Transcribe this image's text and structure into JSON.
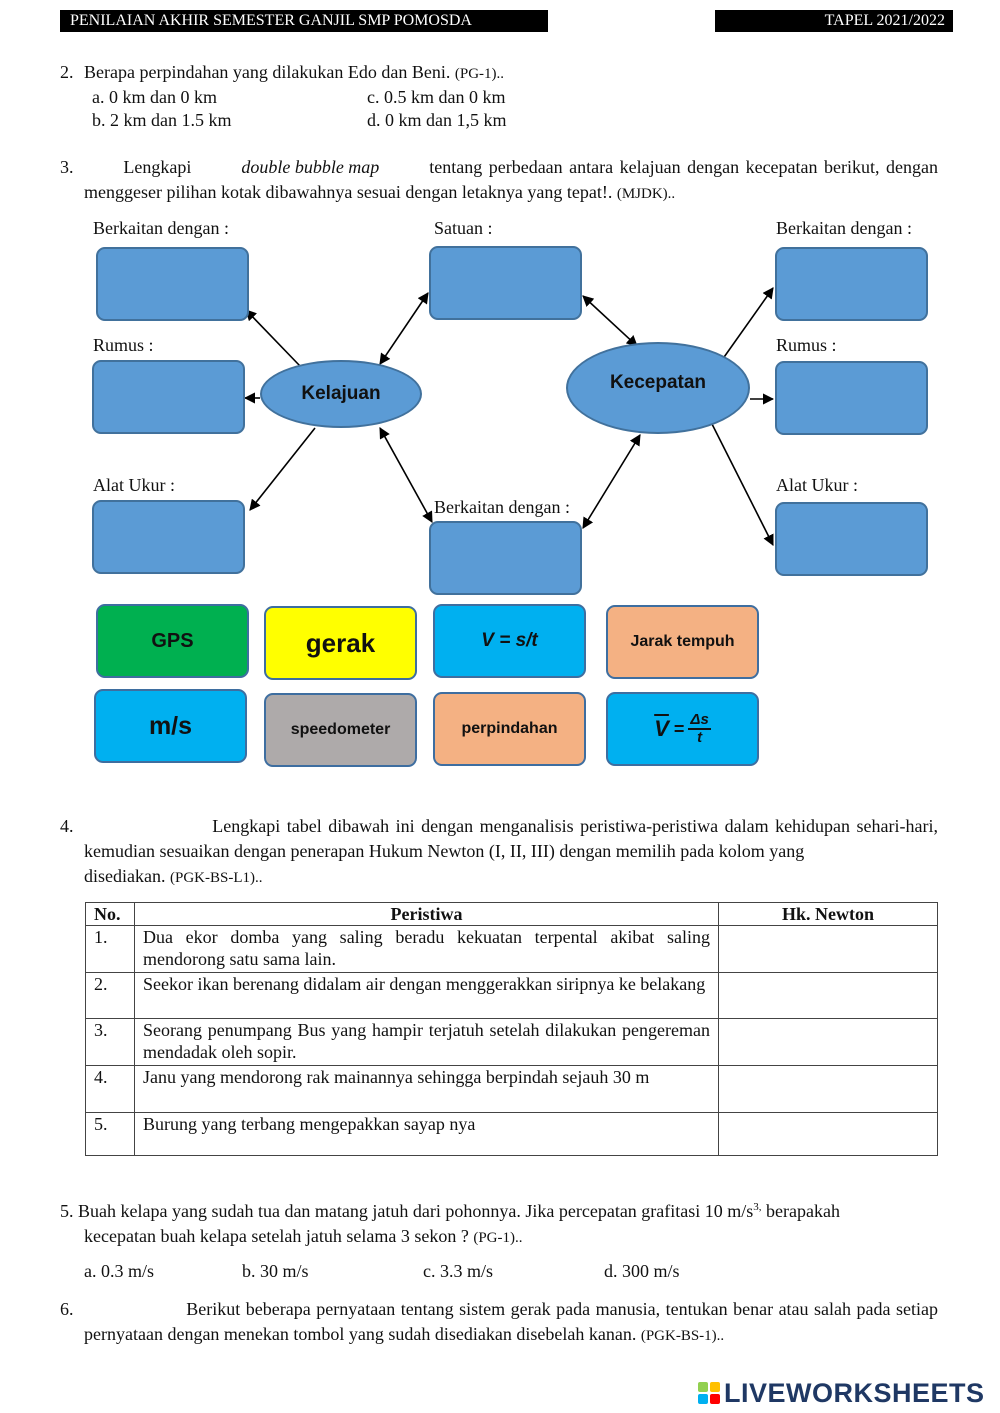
{
  "header": {
    "left": "PENILAIAN AKHIR SEMESTER GANJIL SMP POMOSDA",
    "right": "TAPEL 2021/2022"
  },
  "q2": {
    "number": "2.",
    "text": "Berapa perpindahan yang dilakukan Edo dan Beni.",
    "code": "(PG-1)..",
    "options": [
      "a. 0 km dan 0 km",
      "c. 0.5 km dan 0 km",
      "b. 2 km dan 1.5 km",
      "d. 0 km dan 1,5 km"
    ]
  },
  "q3": {
    "number": "3.",
    "line1_a": "Lengkapi",
    "line1_italic": "double bubble map",
    "line1_b": "tentang perbedaan antara kelajuan dengan kecepatan berikut, dengan",
    "line2": "menggeser pilihan kotak dibawahnya sesuai dengan letaknya yang tepat!.",
    "code": "(MJDK).."
  },
  "map": {
    "labels": {
      "left_top": "Berkaitan dengan :",
      "center_top": "Satuan :",
      "right_top": "Berkaitan dengan :",
      "left_mid": "Rumus :",
      "right_mid": "Rumus :",
      "left_bottom": "Alat Ukur :",
      "right_bottom": "Alat Ukur :",
      "center_bottom": "Berkaitan dengan :"
    },
    "left_bubble": "Kelajuan",
    "right_bubble": "Kecepatan",
    "color_box": "#5b9bd5"
  },
  "options": {
    "gps": "GPS",
    "gerak": "gerak",
    "v_st": "V = s/t",
    "jarak": "Jarak tempuh",
    "ms": "m/s",
    "speedometer": "speedometer",
    "perpindahan": "perpindahan",
    "vbar_v": "V",
    "vbar_eq": "=",
    "vbar_num": "Δs",
    "vbar_den": "t",
    "colors": {
      "green": "#00b050",
      "yellow": "#ffff00",
      "cyan": "#00b0f0",
      "orange": "#f4b183",
      "gray": "#aeaaaa"
    }
  },
  "q4": {
    "number": "4.",
    "line1": "Lengkapi tabel dibawah ini dengan menganalisis peristiwa-peristiwa dalam kehidupan sehari-hari,",
    "line2": "kemudian sesuaikan dengan penerapan Hukum Newton (I, II, III) dengan memilih pada kolom yang",
    "line3": "disediakan.",
    "code": "(PGK-BS-L1)..",
    "headers": [
      "No.",
      "Peristiwa",
      "Hk. Newton"
    ],
    "rows": [
      {
        "no": "1.",
        "text": "Dua ekor domba yang saling beradu kekuatan terpental akibat saling mendorong satu sama lain."
      },
      {
        "no": "2.",
        "text": "Seekor ikan berenang didalam air dengan menggerakkan siripnya ke belakang"
      },
      {
        "no": "3.",
        "text": "Seorang penumpang Bus yang hampir terjatuh setelah dilakukan pengereman mendadak oleh sopir."
      },
      {
        "no": "4.",
        "text": "Janu yang mendorong rak mainannya sehingga berpindah sejauh 30 m"
      },
      {
        "no": "5.",
        "text": "Burung yang terbang mengepakkan sayap nya"
      }
    ]
  },
  "q5": {
    "number": "5.",
    "line1_a": "Buah kelapa yang sudah tua dan matang jatuh dari pohonnya. Jika percepatan grafitasi 10 m/s",
    "line1_sup": "3,",
    "line1_b": " berapakah",
    "line2": "kecepatan buah kelapa setelah jatuh selama 3 sekon ?",
    "code": "(PG-1)..",
    "options": [
      "a. 0.3 m/s",
      "b. 30 m/s",
      "c. 3.3 m/s",
      "d. 300 m/s"
    ]
  },
  "q6": {
    "number": "6.",
    "line1": "Berikut beberapa pernyataan tentang sistem gerak pada manusia, tentukan benar atau salah pada setiap",
    "line2": "pernyataan dengan menekan tombol yang sudah disediakan disebelah kanan.",
    "code": "(PGK-BS-1).."
  },
  "footer": {
    "brand": "LIVEWORKSHEETS",
    "brand_color": "#1f3864"
  }
}
